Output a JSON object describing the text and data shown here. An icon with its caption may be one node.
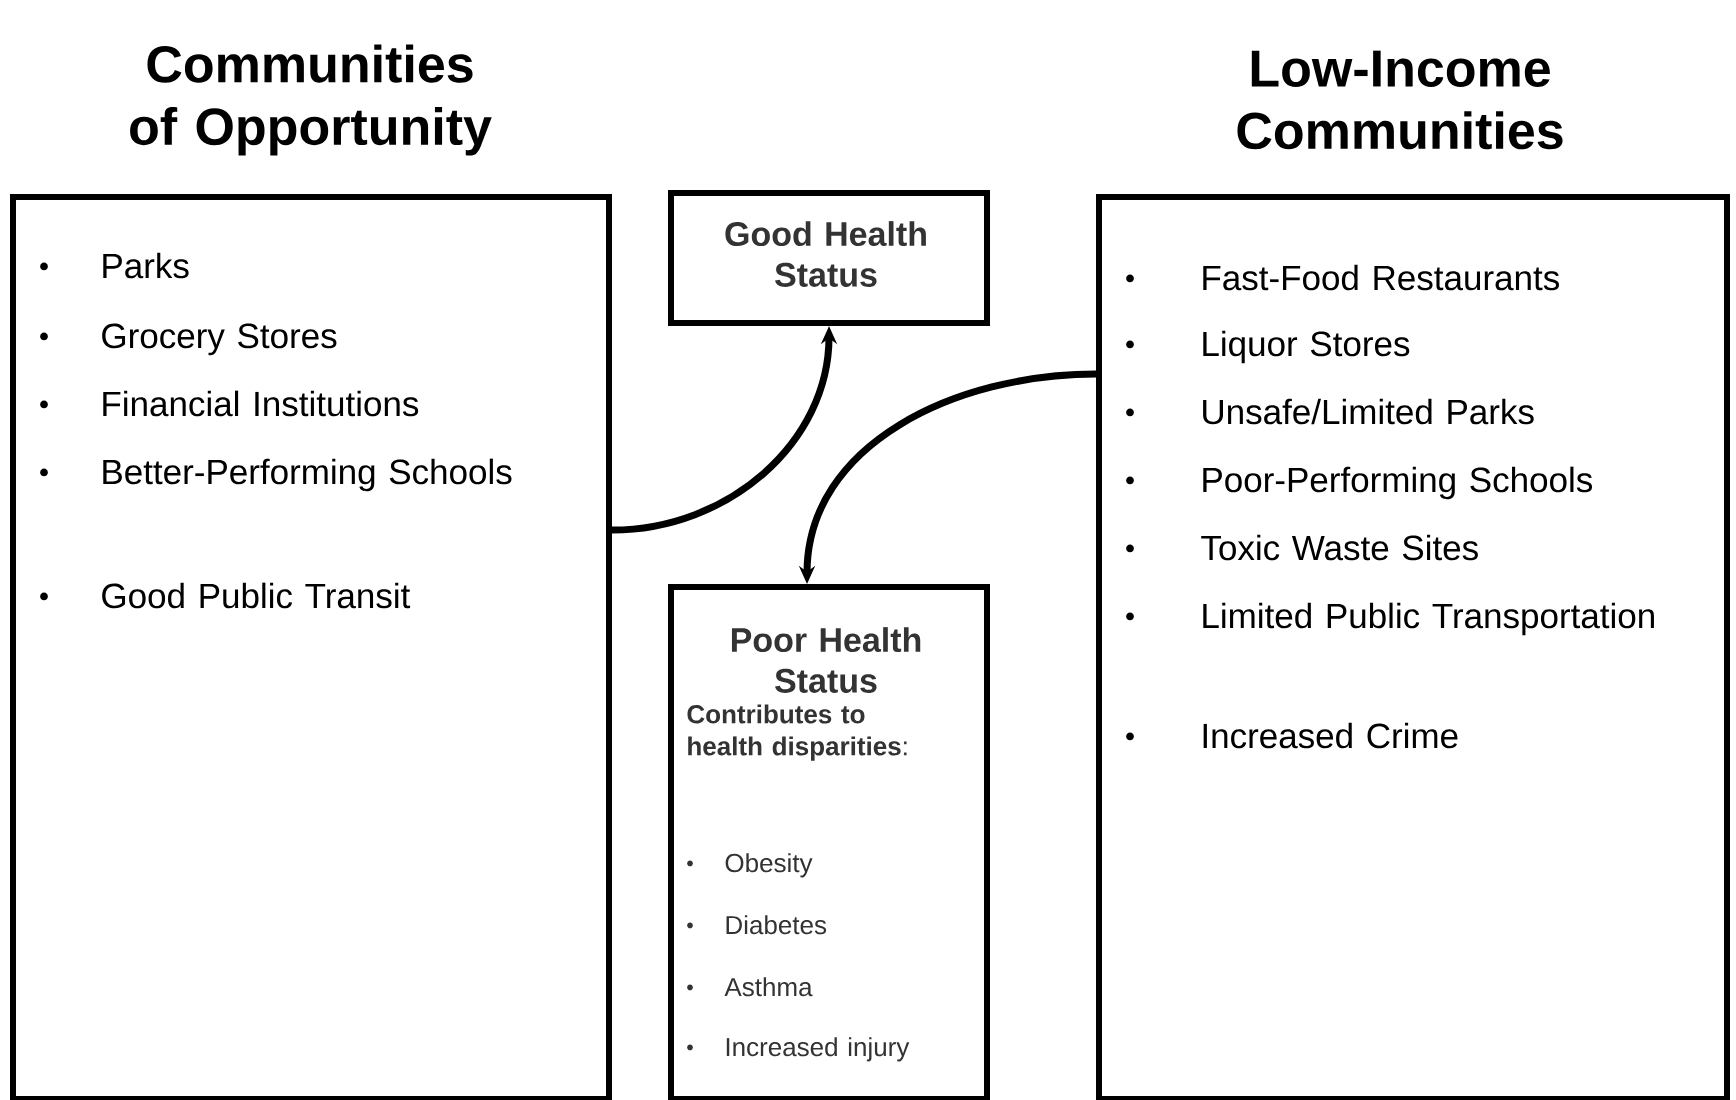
{
  "diagram": {
    "nodes": [
      {
        "text": [
          "Communities of Opportunity",
          "Parks",
          "Grocery Stores",
          "Financial Institutions",
          "Better-Performing Schools",
          "Good Public Transit"
        ]
      },
      {
        "text": [
          "Good Health Status"
        ]
      },
      {
        "text": [
          "Low-Income Communities",
          "Fast-Food Restaurants",
          "Liquor Stores",
          "Unsafe/Limited Parks",
          "Poor-Performing Schools",
          "Toxic Waste Sites",
          "Limited Public Transportation",
          "Increased Crime"
        ]
      },
      {
        "text": [
          "Poor Health Status",
          "**Contributes to health disparities**:",
          "Obesity",
          "Diabetes",
          "Asthma",
          "Increased injury"
        ]
      }
    ],
    "edges": [
      {
        "from": 0,
        "to": 1,
        "arrow": "to"
      },
      {
        "from": 2,
        "to": 3,
        "arrow": "to"
      }
    ]
  }
}
